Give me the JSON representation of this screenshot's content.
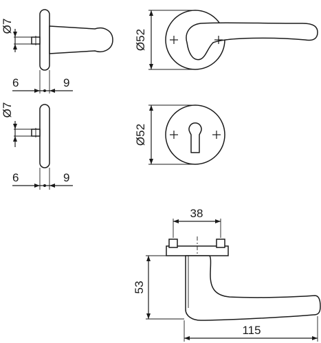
{
  "dimensions": {
    "side_top_pin_diameter": "Ø7",
    "side_top_left": "6",
    "side_top_right": "9",
    "side_bottom_pin_diameter": "Ø7",
    "side_bottom_left": "6",
    "side_bottom_right": "9",
    "rose_diameter": "Ø52",
    "escutcheon_diameter": "Ø52",
    "fixing_spacing": "38",
    "lever_height": "53",
    "lever_length": "115"
  },
  "colors": {
    "line": "#1a1a1a",
    "background": "#ffffff"
  }
}
